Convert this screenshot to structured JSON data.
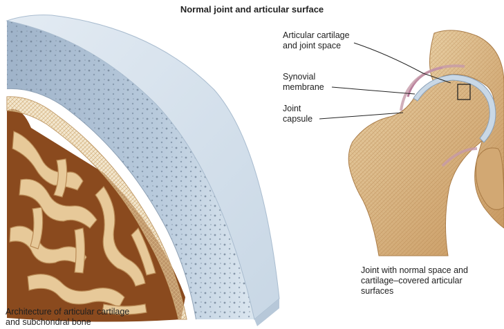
{
  "title": "Normal joint and articular surface",
  "labels": {
    "articular_cartilage": "Articular cartilage\nand joint space",
    "synovial_membrane": "Synovial\nmembrane",
    "joint_capsule": "Joint\ncapsule"
  },
  "captions": {
    "hip_joint": "Joint with normal space and\ncartilage–covered articular\nsurfaces",
    "cartilage_block": "Architecture of articular cartilage\nand subchondral bone"
  }
}
